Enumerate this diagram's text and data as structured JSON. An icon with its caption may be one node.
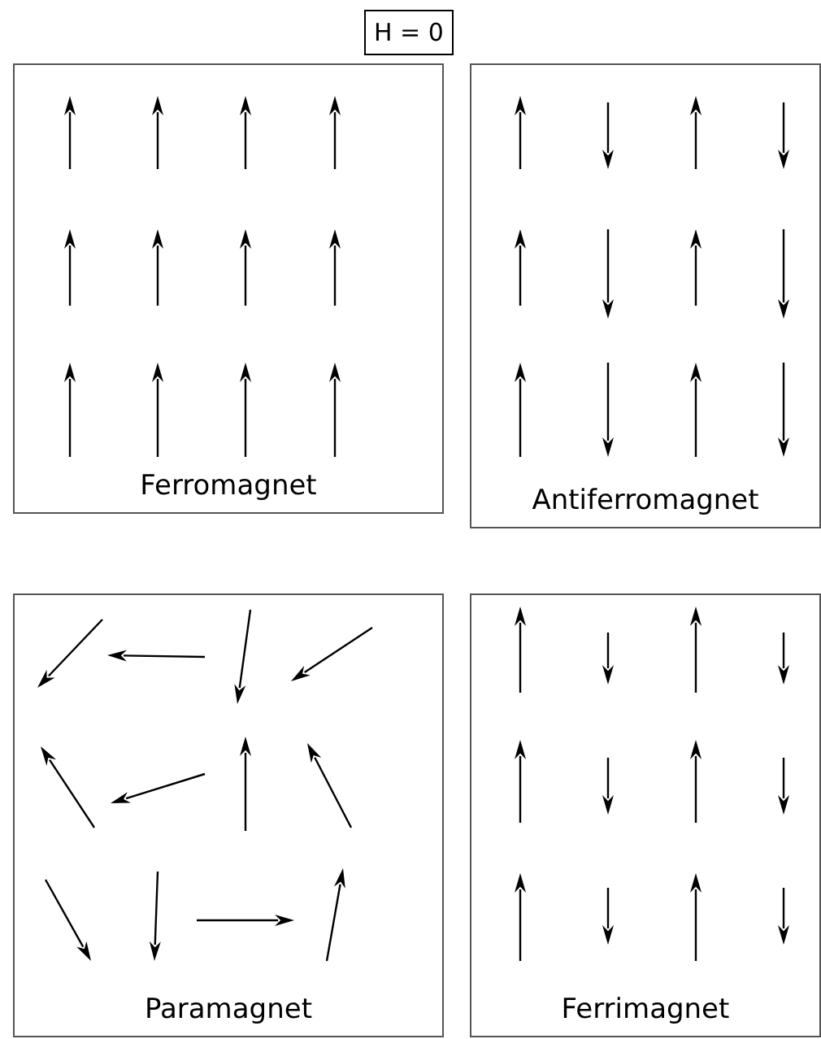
{
  "diagram": {
    "title": "H = 0",
    "nodes": [
      {
        "text": [
          "Ferromagnet"
        ]
      },
      {
        "text": [
          "Antiferromagnet"
        ]
      },
      {
        "text": [
          "Paramagnet"
        ]
      },
      {
        "text": [
          "Ferrimagnet"
        ]
      }
    ]
  }
}
